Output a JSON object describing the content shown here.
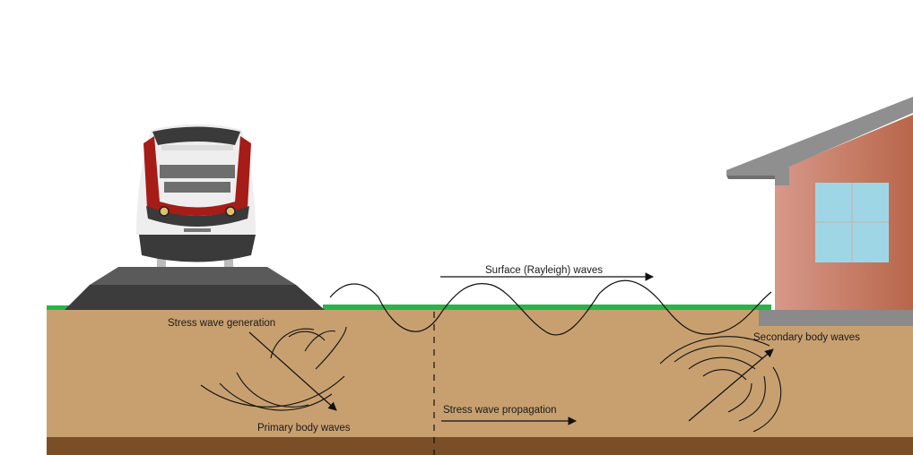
{
  "labels": {
    "surface_waves": "Surface (Rayleigh) waves",
    "stress_generation": "Stress wave generation",
    "secondary_body": "Secondary body waves",
    "stress_propagation": "Stress wave propagation",
    "primary_body": "Primary body waves"
  },
  "colors": {
    "soil": "#c8a070",
    "bedrock": "#7a4f28",
    "grass": "#29b34a",
    "ballast": "#3c3c3c",
    "ballast_top": "#5a5a5a",
    "foundation": "#8a8a8a",
    "wall_left": "#d7998a",
    "wall_right": "#b8664a",
    "roof": "#8f8f8f",
    "window": "#9fd6e6",
    "train_body": "#eeeeee",
    "train_red": "#a61c17",
    "train_dark": "#3a3a3a"
  },
  "icons": {
    "vehicle": "train-icon",
    "building": "house-icon"
  }
}
